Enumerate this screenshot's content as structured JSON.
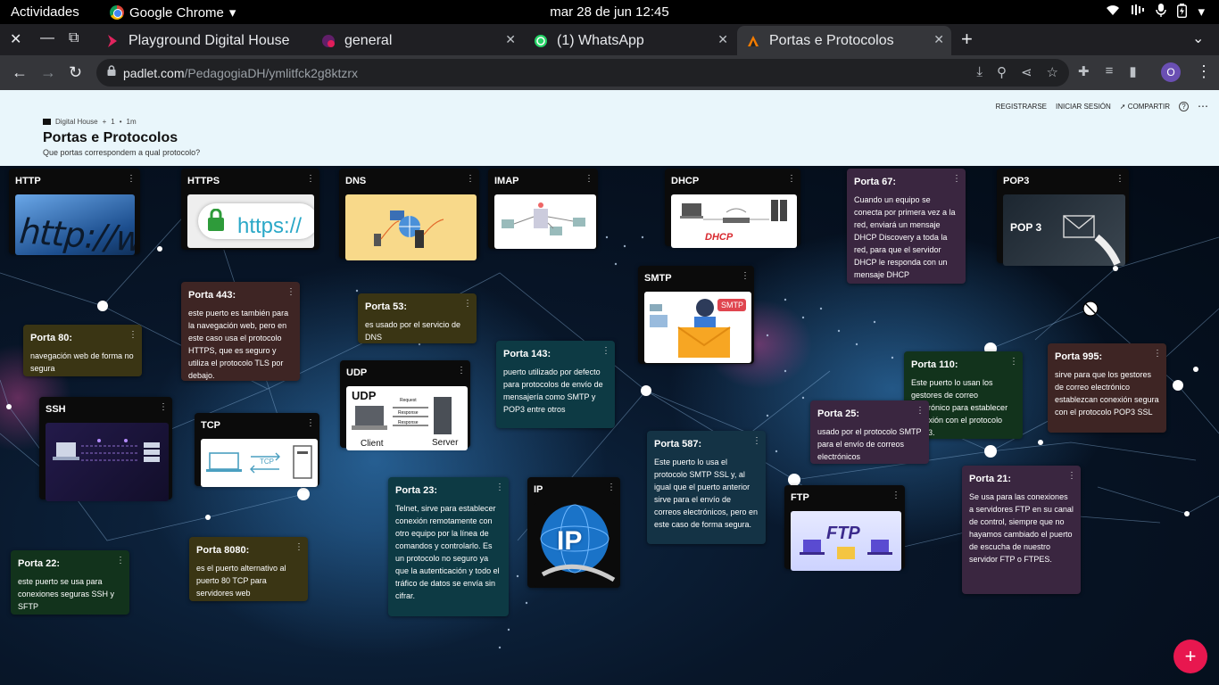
{
  "topbar": {
    "activities": "Actividades",
    "app_name": "Google Chrome",
    "clock": "mar 28 de jun  12:45"
  },
  "tabs": [
    {
      "title": "Playground Digital House",
      "favicon_color": "#e0245e"
    },
    {
      "title": "general",
      "favicon_color": "#e01e5a"
    },
    {
      "title": "(1) WhatsApp",
      "favicon_color": "#25d366"
    },
    {
      "title": "Portas e Protocolos",
      "favicon_color": "#f57c00"
    }
  ],
  "omnibox": {
    "host": "padlet.com",
    "path": "/PedagogiaDH/ymlitfck2g8ktzrx"
  },
  "profile_initial": "O",
  "padlet": {
    "author": "Digital House",
    "likes": "1",
    "time": "1m",
    "title": "Portas e Protocolos",
    "subtitle": "Que portas correspondem a qual protocolo?",
    "actions": {
      "register": "REGISTRARSE",
      "login": "INICIAR SESIÓN",
      "share": "COMPARTIR"
    }
  },
  "cards": {
    "http": {
      "title": "HTTP",
      "image_text": "http://ww"
    },
    "https": {
      "title": "HTTPS",
      "image_text": "https://"
    },
    "dns": {
      "title": "DNS"
    },
    "imap": {
      "title": "IMAP"
    },
    "dhcp": {
      "title": "DHCP",
      "image_text": "DHCP"
    },
    "pop3": {
      "title": "POP3",
      "image_text": "POP 3"
    },
    "smtp": {
      "title": "SMTP",
      "image_text": "SMTP"
    },
    "udp": {
      "title": "UDP",
      "img_title": "UDP",
      "client": "Client",
      "server": "Server",
      "request": "Request",
      "response": "Response"
    },
    "ssh": {
      "title": "SSH"
    },
    "tcp": {
      "title": "TCP",
      "image_text": "TCP"
    },
    "ip": {
      "title": "IP",
      "image_text": "IP"
    },
    "ftp": {
      "title": "FTP",
      "image_text": "FTP"
    },
    "p443": {
      "title": "Porta 443:",
      "body": " este puerto es también para la navegación web, pero en este caso usa el protocolo HTTPS, que es seguro y utiliza el protocolo TLS por debajo."
    },
    "p53": {
      "title": "Porta 53:",
      "body": "es usado por el servicio de DNS"
    },
    "p80": {
      "title": "Porta 80:",
      "body": " navegación web de forma no segura"
    },
    "p143": {
      "title": "Porta 143:",
      "body": "puerto utilizado por defecto para protocolos de envío de mensajería como SMTP y POP3 entre otros"
    },
    "p67": {
      "title": "Porta 67:",
      "body": "Cuando un equipo se conecta por primera vez a la red, enviará un mensaje DHCP Discovery a toda la red, para que el servidor DHCP le responda con un mensaje DHCP"
    },
    "p110": {
      "title": "Porta 110:",
      "body": "Este puerto lo usan los gestores de correo electrónico para establecer conexión con el protocolo POP3."
    },
    "p995": {
      "title": "Porta 995:",
      "body": "sirve para que los gestores de correo electrónico establezcan conexión segura con el protocolo POP3 SSL"
    },
    "p25": {
      "title": "Porta 25:",
      "body": "usado por el protocolo SMTP para el envío de correos electrónicos"
    },
    "p587": {
      "title": "Porta 587:",
      "body": " Este puerto lo usa el protocolo SMTP SSL y, al igual que el puerto anterior sirve para el envío de correos electrónicos, pero en este caso de forma segura."
    },
    "p21": {
      "title": "Porta 21:",
      "body": "Se usa para las conexiones a servidores FTP en su canal de control, siempre que no hayamos cambiado el puerto de escucha de nuestro servidor FTP o FTPES."
    },
    "p23": {
      "title": "Porta 23:",
      "body": "Telnet, sirve para establecer conexión remotamente con otro equipo por la línea de comandos y controlarlo. Es un protocolo no seguro ya que la autenticación y todo el tráfico de datos se envía sin cifrar."
    },
    "p22": {
      "title": "Porta 22:",
      "body": "este puerto se usa para conexiones seguras SSH y SFTP"
    },
    "p8080": {
      "title": "Porta 8080:",
      "body": " es el puerto alternativo al puerto 80 TCP para servidores web"
    }
  },
  "colors": {
    "accent": "#e8174f",
    "header_bg": "#e9f6fb"
  }
}
